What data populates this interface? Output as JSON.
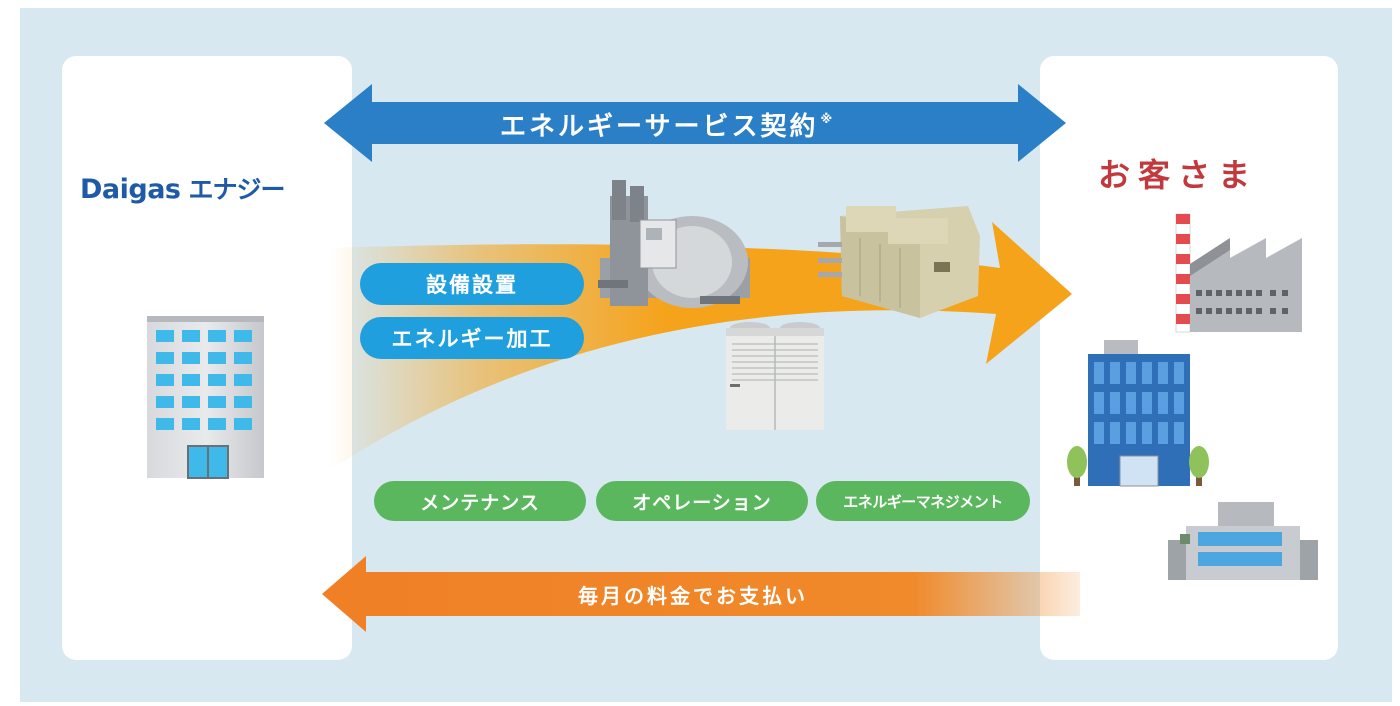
{
  "contract": {
    "label": "エネルギーサービス契約",
    "note_mark": "※"
  },
  "payment": {
    "label": "毎月の料金でお支払い"
  },
  "provider": {
    "brand": "Daigas",
    "brand_suffix": "エナジー"
  },
  "customer": {
    "title": "お客さま"
  },
  "services_top": [
    "設備設置",
    "エネルギー加工"
  ],
  "services_bottom": [
    "メンテナンス",
    "オペレーション",
    "エネルギーマネジメント"
  ],
  "colors": {
    "background": "#d8e8f1",
    "contract_arrow": "#2a7fc6",
    "payment_arrow": "#f08a2a",
    "flow_arrow": "#f5a31b",
    "service_blue": "#1f9fde",
    "service_green": "#5ab75d",
    "customer_title": "#c1393d",
    "logo": "#1e5aa8"
  },
  "icons": [
    "office-building-icon",
    "absorption-chiller-icon",
    "gas-heat-pump-icon",
    "outdoor-ac-unit-icon",
    "factory-icon",
    "office-tower-icon",
    "commercial-building-icon"
  ]
}
